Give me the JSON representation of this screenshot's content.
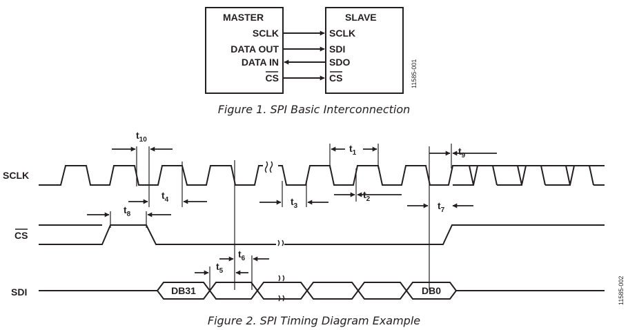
{
  "figure1": {
    "master_title": "MASTER",
    "slave_title": "SLAVE",
    "master_pins": [
      "SCLK",
      "DATA OUT",
      "DATA IN",
      "CS"
    ],
    "slave_pins": [
      "SCLK",
      "SDI",
      "SDO",
      "CS"
    ],
    "figure_code": "11585-001",
    "caption": "Figure 1. SPI Basic Interconnection"
  },
  "figure2": {
    "signals": {
      "sclk": "SCLK",
      "cs": "CS",
      "sdi": "SDI"
    },
    "timing": {
      "t10": {
        "base": "t",
        "sub": "10"
      },
      "t4": {
        "base": "t",
        "sub": "4"
      },
      "t8": {
        "base": "t",
        "sub": "8"
      },
      "t3": {
        "base": "t",
        "sub": "3"
      },
      "t1": {
        "base": "t",
        "sub": "1"
      },
      "t2": {
        "base": "t",
        "sub": "2"
      },
      "t9": {
        "base": "t",
        "sub": "9"
      },
      "t7": {
        "base": "t",
        "sub": "7"
      },
      "t5": {
        "base": "t",
        "sub": "5"
      },
      "t6": {
        "base": "t",
        "sub": "6"
      }
    },
    "data_labels": {
      "first": "DB31",
      "last": "DB0"
    },
    "figure_code": "11585-002",
    "caption": "Figure 2. SPI Timing Diagram Example"
  },
  "colors": {
    "ink": "#231f20",
    "background": "#ffffff"
  }
}
